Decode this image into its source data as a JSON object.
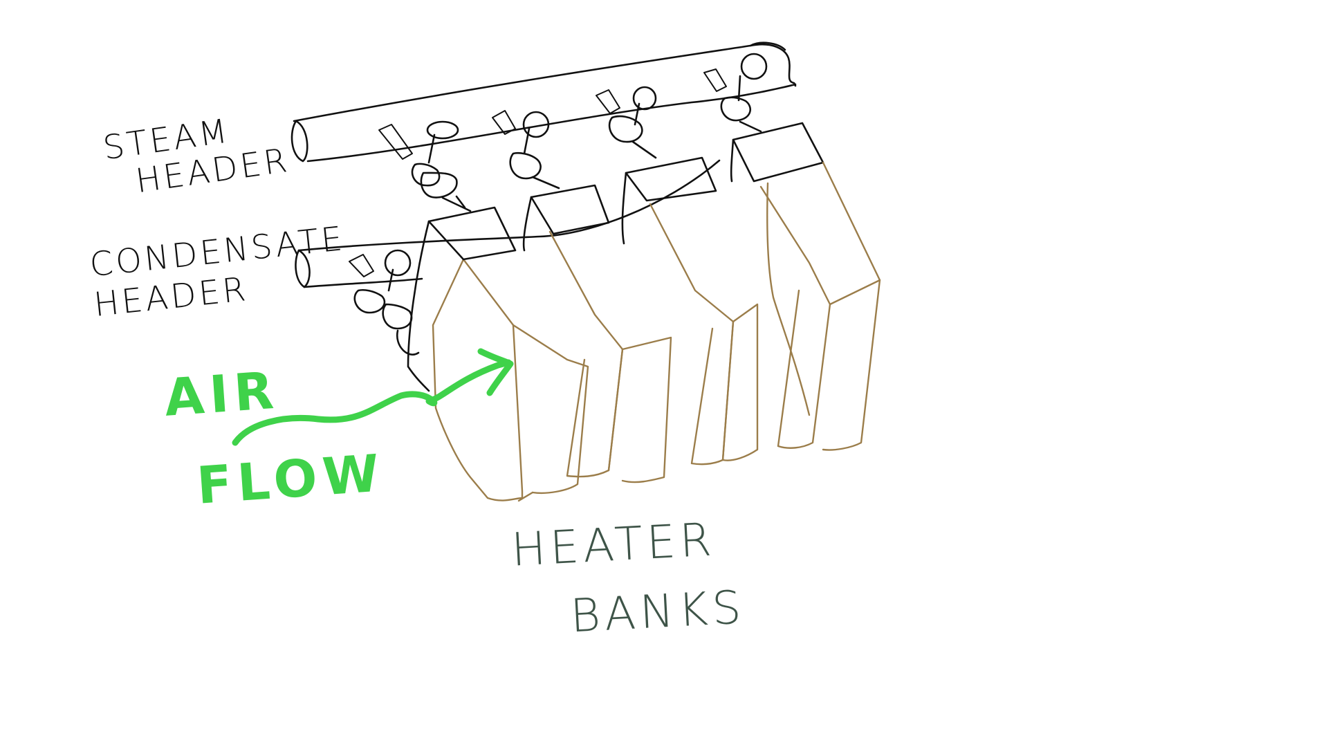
{
  "labels": {
    "steam_header": [
      "STEAM",
      "HEADER"
    ],
    "condensate_header": [
      "CONDENSATE",
      "HEADER"
    ],
    "air_flow": [
      "AIR",
      "FLOW"
    ],
    "heater_banks": [
      "HEATER",
      "BANKS"
    ]
  },
  "colors": {
    "ink": "#111111",
    "heater_banks": "#9b7d4a",
    "air_flow": "#3fd24a",
    "heater_label": "#3e5448"
  }
}
